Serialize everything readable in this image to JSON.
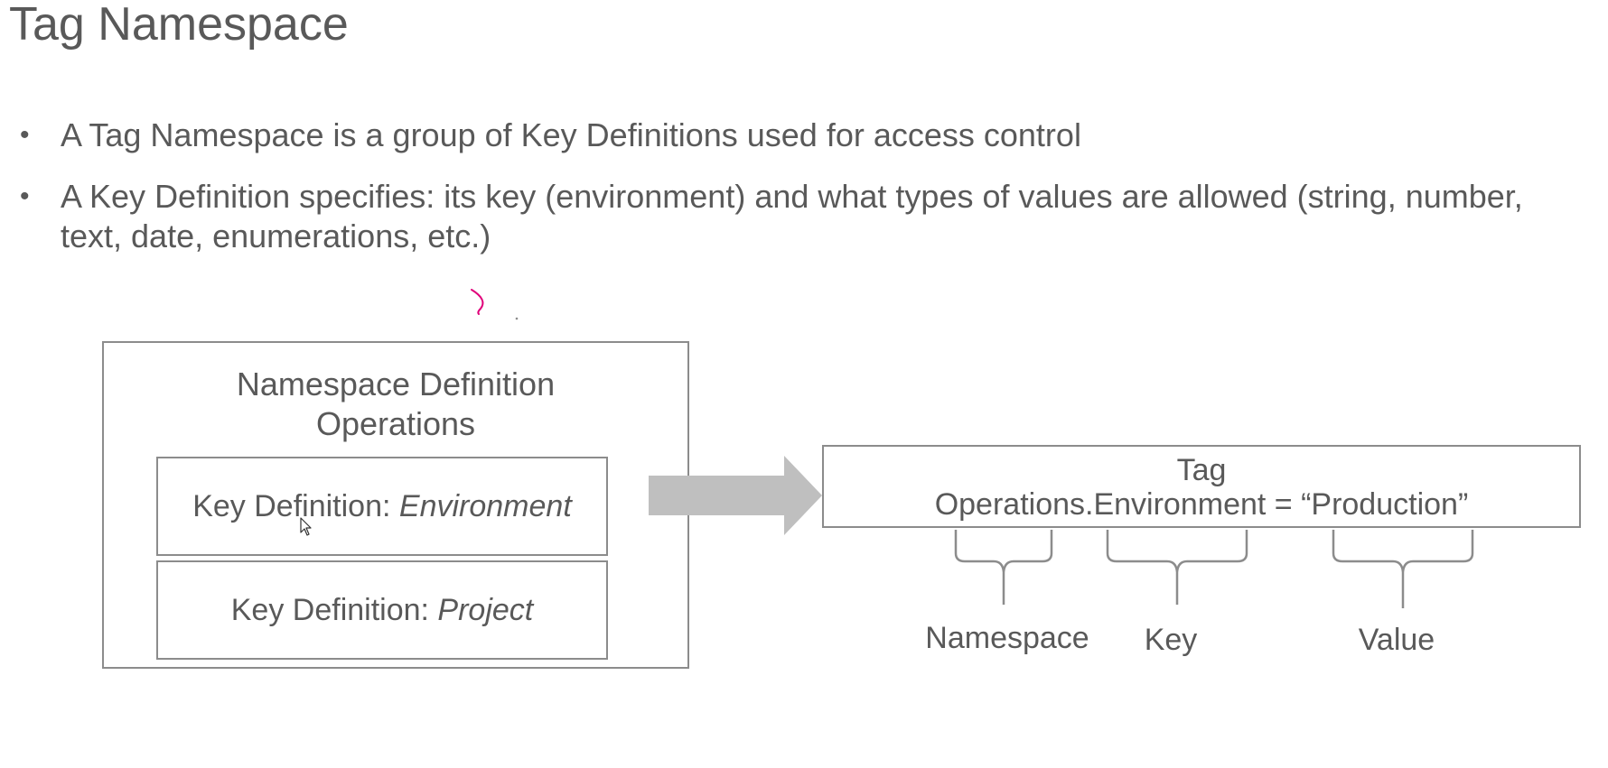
{
  "title": "Tag Namespace",
  "bullets": [
    "A Tag Namespace is a group of Key Definitions used for access control",
    "A Key Definition specifies: its key (environment) and what types of values are allowed (string, number, text, date, enumerations, etc.)"
  ],
  "namespace_box": {
    "title_line1": "Namespace Definition",
    "title_line2": "Operations",
    "key_definitions": [
      {
        "prefix": "Key Definition: ",
        "name": "Environment"
      },
      {
        "prefix": "Key Definition: ",
        "name": "Project"
      }
    ]
  },
  "tag_box": {
    "title": "Tag",
    "expression": "Operations.Environment = “Production”"
  },
  "brace_labels": {
    "namespace": "Namespace",
    "key": "Key",
    "value": "Value"
  },
  "colors": {
    "text": "#595959",
    "border": "#8c8c8c",
    "arrow": "#bfbfbf",
    "annotation": "#e0007a"
  }
}
